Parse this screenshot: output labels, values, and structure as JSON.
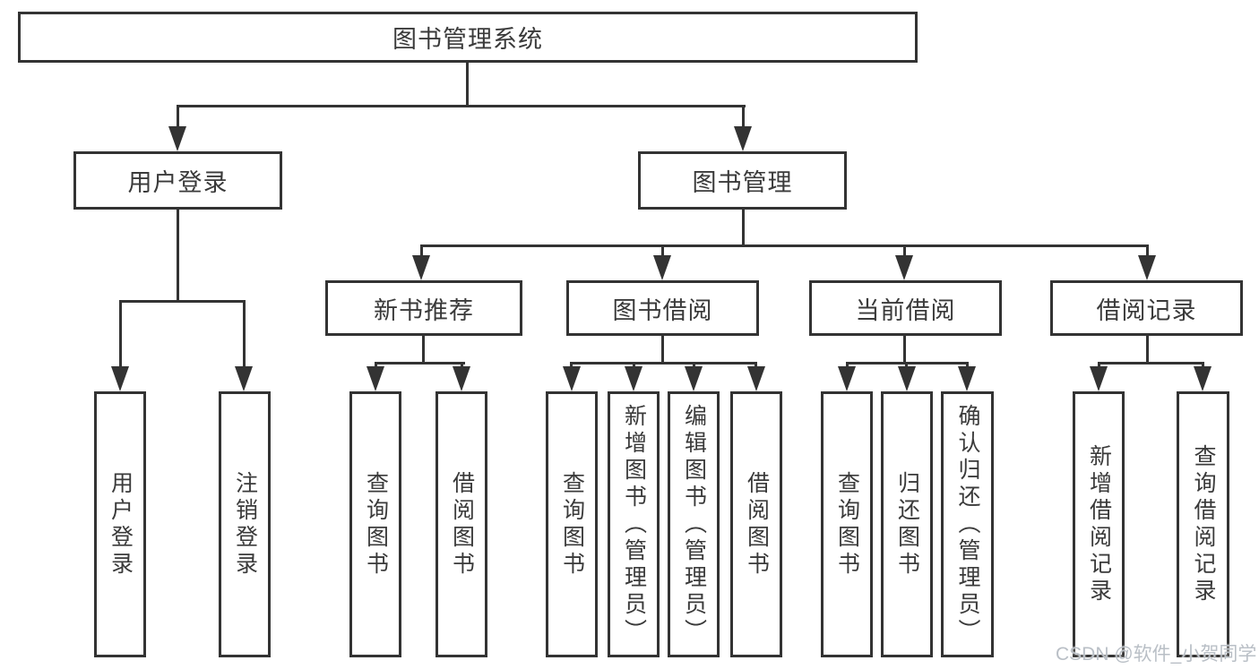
{
  "diagram_title": "图书管理系统",
  "tree": {
    "label": "图书管理系统",
    "children": [
      {
        "label": "用户登录",
        "children": [
          {
            "label": "用户登录"
          },
          {
            "label": "注销登录"
          }
        ]
      },
      {
        "label": "图书管理",
        "children": [
          {
            "label": "新书推荐",
            "children": [
              {
                "label": "查询图书"
              },
              {
                "label": "借阅图书"
              }
            ]
          },
          {
            "label": "图书借阅",
            "children": [
              {
                "label": "查询图书"
              },
              {
                "label": "新增图书（管理员）"
              },
              {
                "label": "编辑图书（管理员）"
              },
              {
                "label": "借阅图书"
              }
            ]
          },
          {
            "label": "当前借阅",
            "children": [
              {
                "label": "查询图书"
              },
              {
                "label": "归还图书"
              },
              {
                "label": "确认归还（管理员）"
              }
            ]
          },
          {
            "label": "借阅记录",
            "children": [
              {
                "label": "新增借阅记录"
              },
              {
                "label": "查询借阅记录"
              }
            ]
          }
        ]
      }
    ]
  },
  "watermark": {
    "text": "CSDN @软件_小贺同学"
  },
  "colors": {
    "line": "#333333",
    "text": "#3a3a3a",
    "background": "#ffffff",
    "watermark": "#b9bfc6"
  }
}
